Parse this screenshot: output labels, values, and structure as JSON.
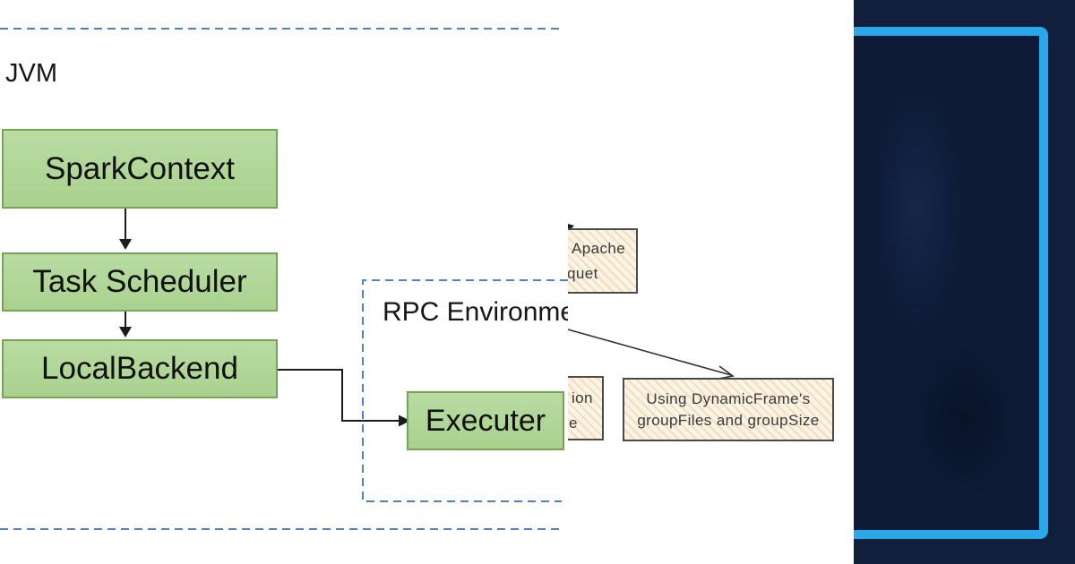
{
  "diagram": {
    "jvm": {
      "label": "JVM"
    },
    "nodes": {
      "spark_context": "SparkContext",
      "task_scheduler": "Task Scheduler",
      "local_backend": "LocalBackend",
      "executer": "Executer"
    },
    "rpc": {
      "label": "RPC Environment"
    },
    "notes": {
      "apache": {
        "line1": "Apache",
        "line2": "rquet"
      },
      "partial": {
        "line1": "ion",
        "line2": "e"
      },
      "dynamic_frame": {
        "line1": "Using DynamicFrame's",
        "line2": "groupFiles and groupSize"
      }
    }
  },
  "colors": {
    "canvas_bg": "#ffffff",
    "green_fill": "#a9d18e",
    "green_fill_light": "#b9dca3",
    "green_border": "#74a556",
    "dash_blue": "#5182bf",
    "line_black": "#1c1c1c",
    "sketch_bg": "#fbf3e3",
    "sketch_stripe": "#f2ddc0",
    "sketch_border": "#4a4a4a",
    "sketch_text": "#3b3b3b",
    "navy_bg": "#101f3c",
    "navy_inner": "#0d1b36",
    "accent_blue": "#29a7e8",
    "text_dark": "#161616"
  }
}
